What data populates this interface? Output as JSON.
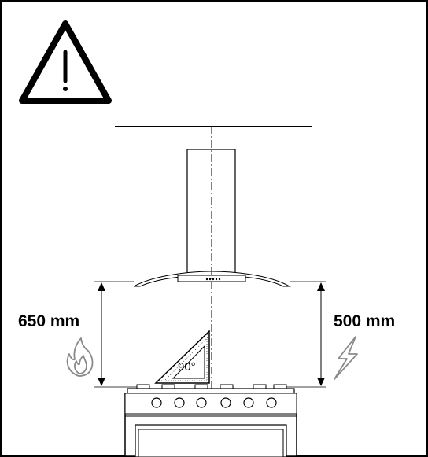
{
  "diagram": {
    "left_distance_label": "650 mm",
    "right_distance_label": "500 mm",
    "angle_label": "90°",
    "icons": {
      "warning": "warning-triangle-icon",
      "gas": "flame-icon",
      "electric": "lightning-bolt-icon"
    },
    "stove_knob_count": 6
  }
}
